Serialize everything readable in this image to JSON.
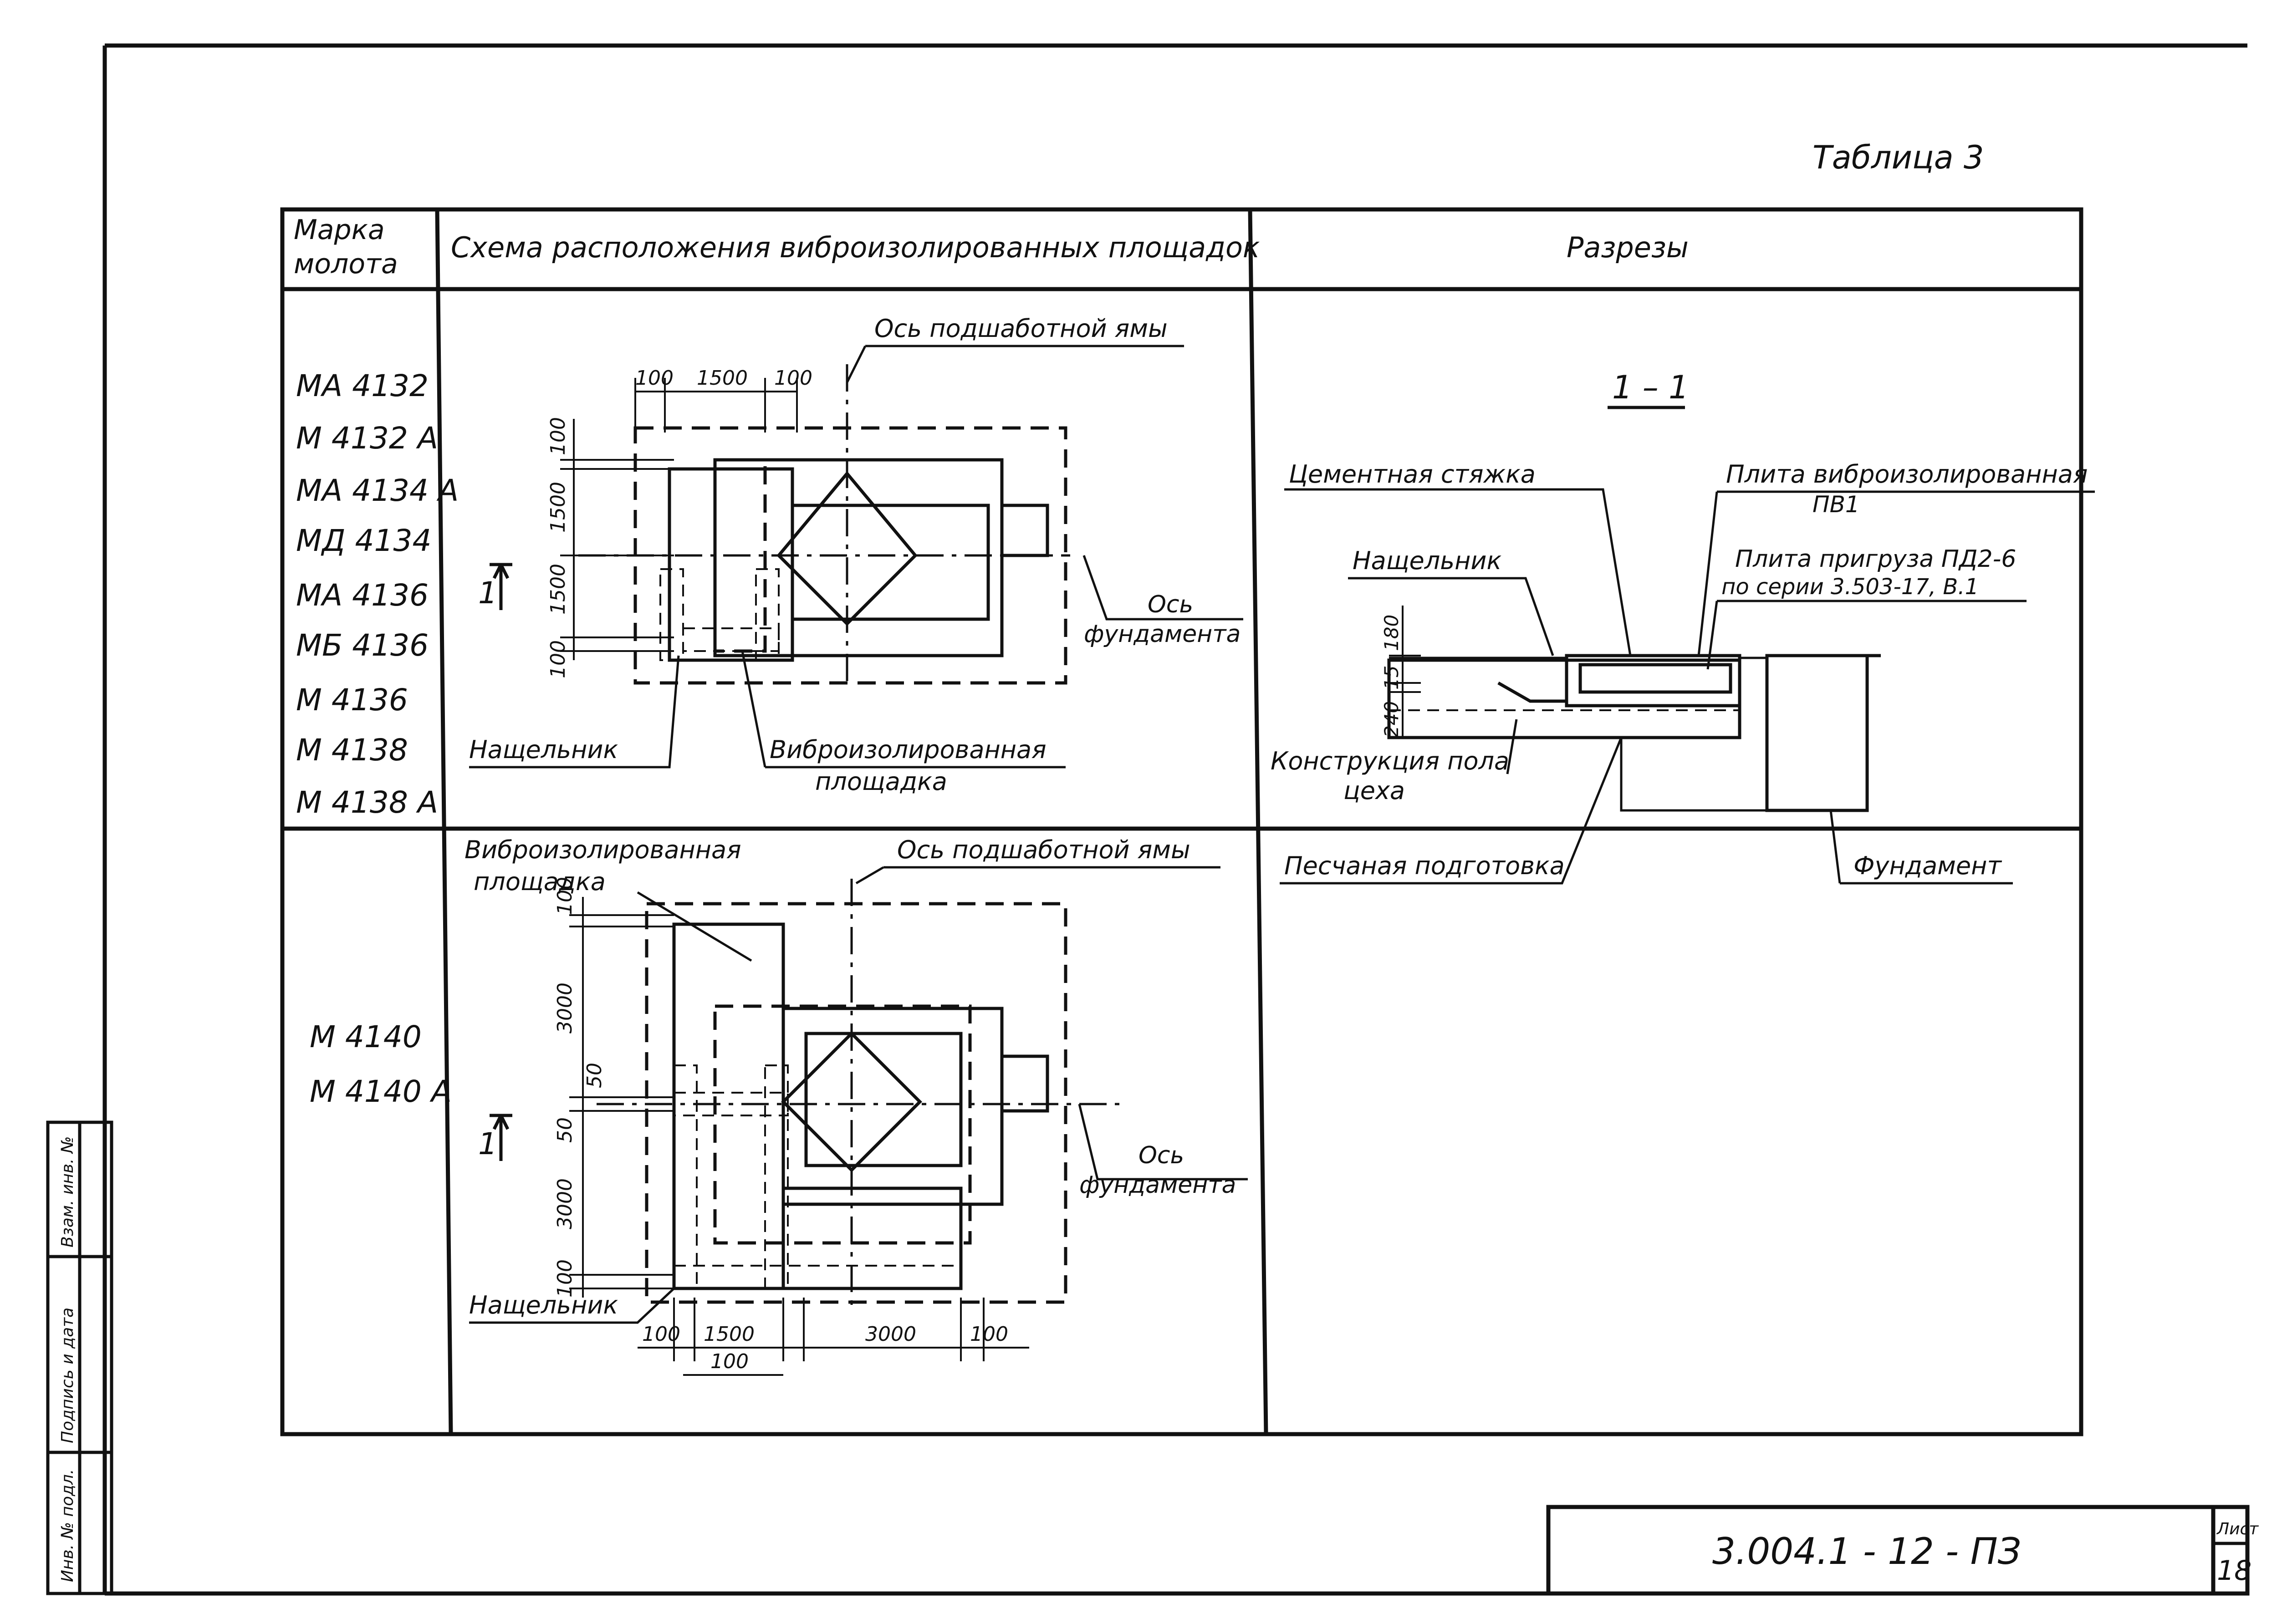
{
  "table_caption": "Таблица 3",
  "header": {
    "col1": [
      "Марка",
      "молота"
    ],
    "col2": "Схема расположения виброизолированных площадок",
    "col3": "Разрезы"
  },
  "row1": {
    "marks": [
      "МА 4132",
      "М 4132 А",
      "МА 4134 А",
      "МД 4134",
      "МА 4136",
      "МБ 4136",
      "М 4136",
      "М 4138",
      "М 4138 А"
    ],
    "scheme": {
      "pit_axis_label": "Ось подшаботной ямы",
      "foundation_axis_label": [
        "Ось",
        "фундамента"
      ],
      "strip_label": "Нащельник",
      "platform_label": [
        "Виброизолированная",
        "площадка"
      ],
      "section_mark": "1",
      "dims_top": [
        "100",
        "1500",
        "100"
      ],
      "dims_left": [
        "100",
        "1500",
        "1500",
        "100"
      ]
    }
  },
  "row2": {
    "marks": [
      "М 4140",
      "М 4140 А"
    ],
    "scheme": {
      "platform_label": [
        "Виброизолированная",
        "площадка"
      ],
      "pit_axis_label": "Ось подшаботной ямы",
      "foundation_axis_label": [
        "Ось",
        "фундамента"
      ],
      "strip_label": "Нащельник",
      "section_mark": "1",
      "dims_left": [
        "100",
        "3000",
        "50",
        "50",
        "3000",
        "100"
      ],
      "dims_bottom": [
        "100",
        "1500",
        "3000",
        "100"
      ],
      "dim_bottom_2": "100"
    }
  },
  "section": {
    "title": "1 – 1",
    "cement_screed": "Цементная стяжка",
    "plate_vibro": [
      "Плита виброизолированная",
      "ПВ1"
    ],
    "strip": "Нащельник",
    "load_plate": [
      "Плита пригруза ПД2-6",
      "по серии 3.503-17, В.1"
    ],
    "floor_construction": [
      "Конструкция пола",
      "цеха"
    ],
    "sand_prep": "Песчаная подготовка",
    "foundation": "Фундамент",
    "layer_dims": [
      "180",
      "15",
      "240"
    ]
  },
  "stamp": {
    "doc_code": "3.004.1 - 12 - ПЗ",
    "sheet_label": "Лист",
    "sheet_number": "18"
  },
  "side_stamp": [
    "Инв. № подл.",
    "Подпись и дата",
    "Взам. инв. №"
  ]
}
